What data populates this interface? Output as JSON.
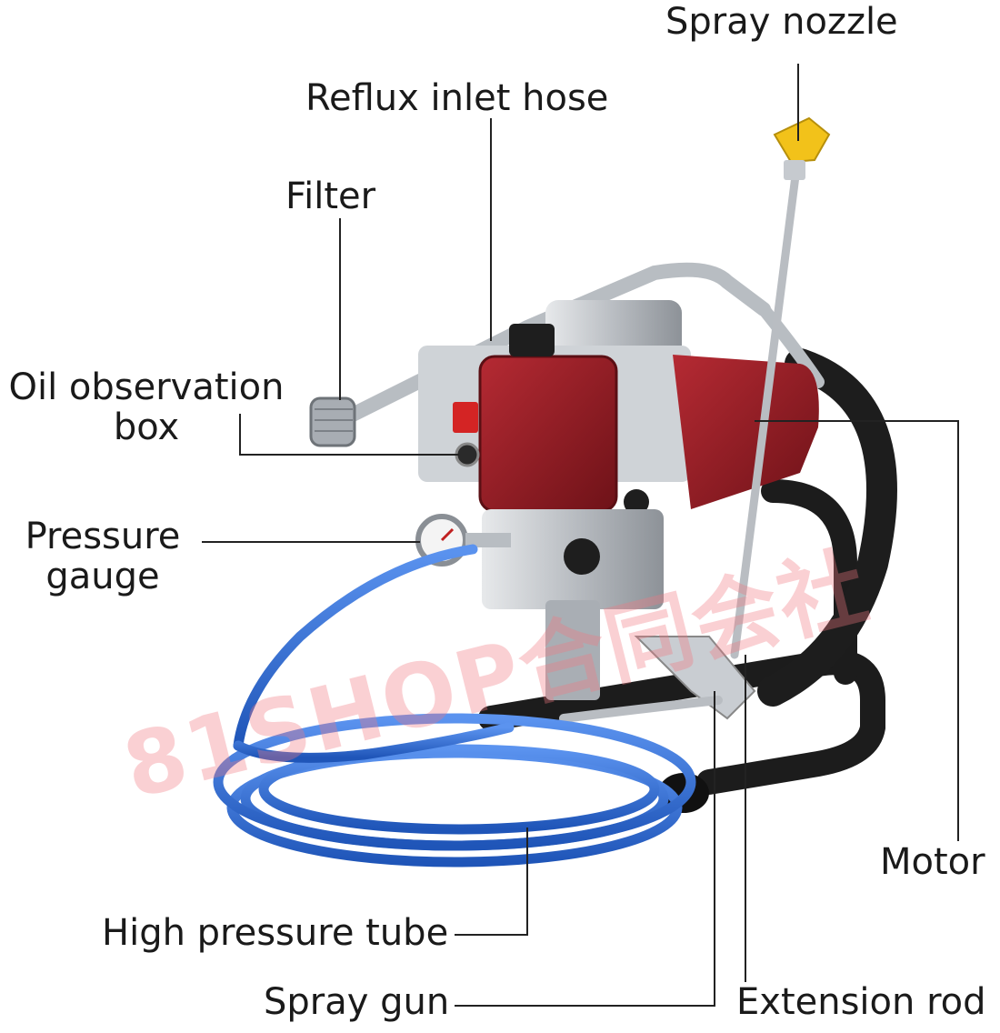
{
  "labels": {
    "spray_nozzle": "Spray nozzle",
    "reflux_inlet_hose": "Reflux inlet hose",
    "filter": "Filter",
    "oil_observation_box_line1": "Oil observation",
    "oil_observation_box_line2": "box",
    "pressure_gauge_line1": "Pressure",
    "pressure_gauge_line2": "gauge",
    "motor": "Motor",
    "high_pressure_tube": "High pressure tube",
    "spray_gun": "Spray gun",
    "extension_rod": "Extension rod"
  },
  "watermark": "81SHOP合同会社",
  "colors": {
    "pump_body": "#8e1b22",
    "hose": "#2f6fd6",
    "frame": "#1c1c1c",
    "metal": "#bfc3c7"
  }
}
